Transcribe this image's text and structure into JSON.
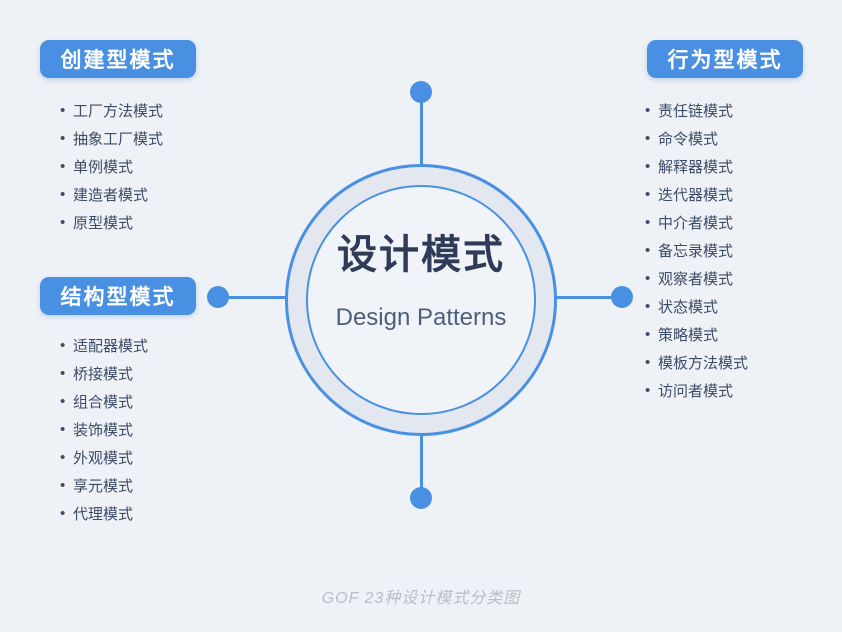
{
  "page": {
    "background_color": "#eef1f6",
    "accent_color": "#4a90e2",
    "ring_fill_color": "#e3e8f0",
    "inner_fill_color": "#f0f4f9",
    "caption": "GOF 23种设计模式分类图"
  },
  "center": {
    "title": "设计模式",
    "subtitle": "Design Patterns"
  },
  "list_bullet": "•",
  "groups": [
    {
      "id": "creational",
      "label": "创建型模式",
      "items": [
        "工厂方法模式",
        "抽象工厂模式",
        "单例模式",
        "建造者模式",
        "原型模式"
      ]
    },
    {
      "id": "structural",
      "label": "结构型模式",
      "items": [
        "适配器模式",
        "桥接模式",
        "组合模式",
        "装饰模式",
        "外观模式",
        "享元模式",
        "代理模式"
      ]
    },
    {
      "id": "behavioral",
      "label": "行为型模式",
      "items": [
        "责任链模式",
        "命令模式",
        "解释器模式",
        "迭代器模式",
        "中介者模式",
        "备忘录模式",
        "观察者模式",
        "状态模式",
        "策略模式",
        "模板方法模式",
        "访问者模式"
      ]
    }
  ]
}
